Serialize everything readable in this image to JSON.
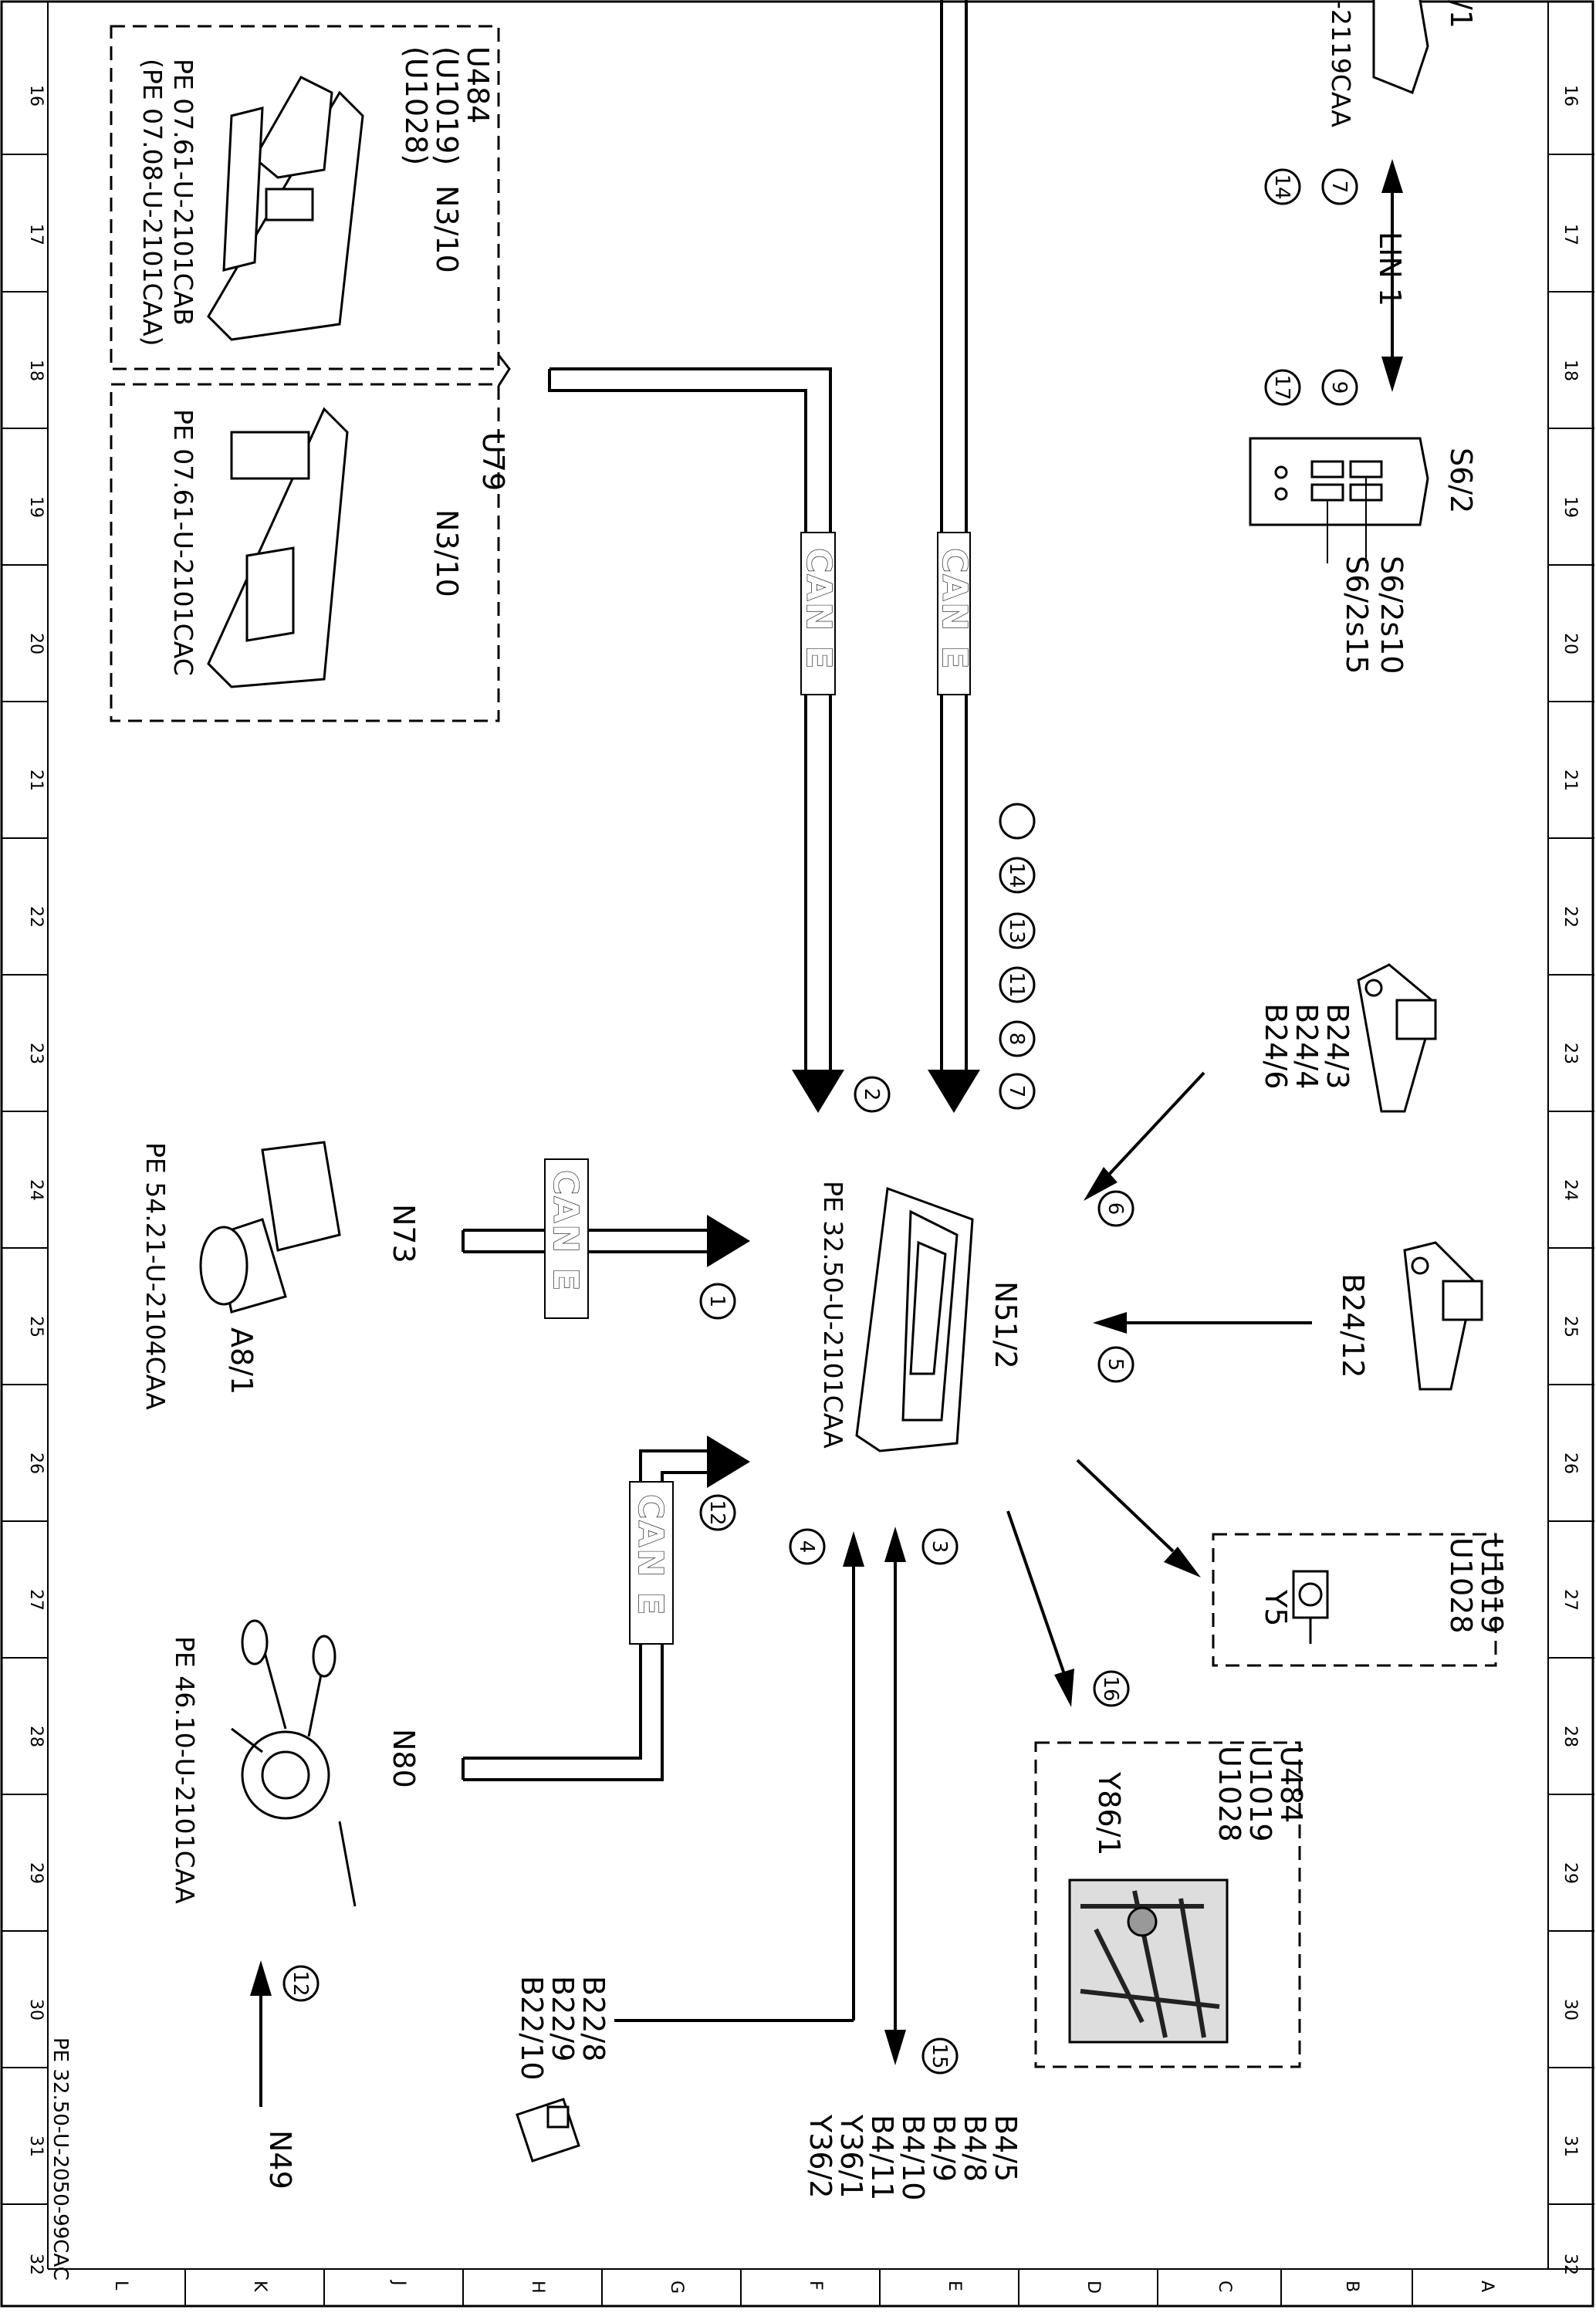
{
  "diagram": {
    "footer_ref": "PE 32.50-U-2050-99CAC",
    "grid": {
      "rows": [
        "16",
        "17",
        "18",
        "19",
        "20",
        "21",
        "22",
        "23",
        "24",
        "25",
        "26",
        "27",
        "28",
        "29",
        "30",
        "31",
        "32"
      ],
      "cols": [
        "L",
        "K",
        "J",
        "H",
        "G",
        "F",
        "E",
        "D",
        "C",
        "B",
        "A"
      ]
    },
    "components": {
      "top_ref_partial": "-2119CAA",
      "top_label_partial": "/1",
      "s6_2": "S6/2",
      "s6_2s10": "S6/2s10",
      "s6_2s15": "S6/2s15",
      "lin": "LIN 1",
      "n3_10_a": "N3/10",
      "n3_10_a_codes": [
        "U484",
        "(U1019)",
        "(U1028)"
      ],
      "n3_10_a_refs": [
        "PE 07.61-U-2101CAB",
        "(PE 07.08-U-2101CAA)"
      ],
      "n3_10_b": "N3/10",
      "n3_10_b_code": "U79",
      "n3_10_b_ref": "PE 07.61-U-2101CAC",
      "n51_2": "N51/2",
      "n51_2_ref": "PE 32.50-U-2101CAA",
      "n73": "N73",
      "a8_1": "A8/1",
      "n73_ref": "PE 54.21-U-2104CAA",
      "n80": "N80",
      "n80_ref": "PE 46.10-U-2101CAA",
      "n49": "N49",
      "b24_group": [
        "B24/3",
        "B24/4",
        "B24/6"
      ],
      "b24_12": "B24/12",
      "y5": "Y5",
      "y5_codes": [
        "U1019",
        "U1028"
      ],
      "y86_1": "Y86/1",
      "y86_1_codes": [
        "U484",
        "U1019",
        "U1028"
      ],
      "b22_group": [
        "B22/8",
        "B22/9",
        "B22/10"
      ],
      "b4_group": [
        "B4/5",
        "B4/8",
        "B4/9",
        "B4/10",
        "B4/11",
        "Y36/1",
        "Y36/2"
      ]
    },
    "bus": {
      "can_label": "CAN E"
    },
    "callouts": {
      "c1": "1",
      "c2": "2",
      "c3": "3",
      "c4": "4",
      "c5": "5",
      "c6": "6",
      "c7": "7",
      "c8": "8",
      "c9": "9",
      "c11": "11",
      "c12": "12",
      "c13": "13",
      "c14": "14",
      "c15": "15",
      "c16": "16",
      "c17": "17"
    }
  }
}
